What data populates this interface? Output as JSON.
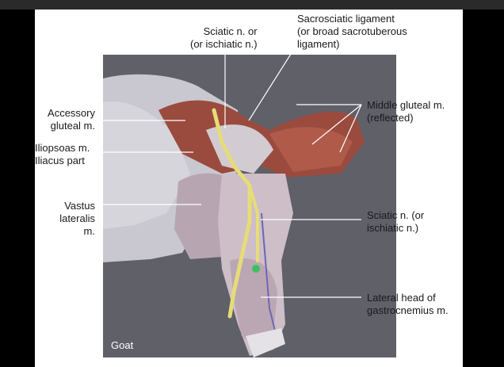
{
  "figure": {
    "caption": "Goat",
    "labels": {
      "sciatic_top": [
        "Sciatic n. or",
        "(or ischiatic n.)"
      ],
      "sacrosciatic": [
        "Sacrosciatic ligament",
        "(or broad sacrotuberous",
        "ligament)"
      ],
      "accessory_gluteal": [
        "Accessory",
        "gluteal m."
      ],
      "iliopsoas": [
        "Iliopsoas m.",
        "Iliacus part"
      ],
      "vastus_lateralis": [
        "Vastus",
        "lateralis",
        "m."
      ],
      "middle_gluteal": [
        "Middle gluteal m.",
        "(reflected)"
      ],
      "sciatic_right": [
        "Sciatic n. (or",
        "ischiatic n.)"
      ],
      "gastrocnemius": [
        "Lateral head of",
        "gastrocnemius m."
      ]
    }
  },
  "colors": {
    "photo_background": "#5f6068",
    "nerve_yellow": "#e6dc78",
    "muscle_red": "#9a4b3e",
    "fascia_white": "#d9d6dc",
    "vessel_blue": "#6e66b4",
    "marker_green": "#3cc061"
  }
}
